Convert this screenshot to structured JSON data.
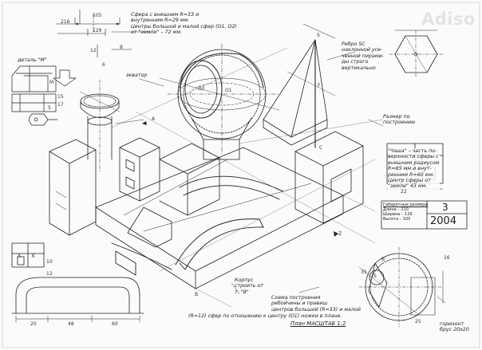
{
  "watermark": "Adiso",
  "notes": {
    "sphere": [
      "Сфера с внешним R=33 и",
      "внутренним R=29 мм.",
      "Центры большой и малой сфер (О1, О2)",
      "от \"земли\" – 72 мм."
    ],
    "edge_sc": [
      "Ребро SC",
      "наклонной усе-",
      "ченной пирами-",
      "ды строго",
      "вертикально"
    ],
    "detail_m": "деталь \"М\"",
    "equator": "экватор",
    "size_label": [
      "Размер по",
      "построению"
    ],
    "cup": [
      "\"Чаша\" – часть по-",
      "верхности сферы с",
      "внешним радиусом",
      "R=65 мм и внут-",
      "ренним R=60 мм.",
      "Центр сферы от",
      "\"земли\" 43 мм."
    ],
    "body": [
      "Корпус",
      "строить от",
      "т. \"В\""
    ],
    "scheme": [
      "Схема построения",
      "ребойчины и правиш",
      "центров большой (R=33) и малой"
    ],
    "sphere_bottom": "(R=12) сфер по отношению к центру (О1) ножки в плане.",
    "footer": "План МАСШТАБ 1:2",
    "horizon": [
      "горизонт",
      "брус 20х20"
    ]
  },
  "title_block": {
    "header": "Габаритные размеры",
    "rows": [
      "Длина – 210",
      "Ширина – 129",
      "Высота – 105"
    ],
    "number": "3",
    "year": "2004"
  },
  "dimensions": {
    "d105": "105",
    "d216": "216",
    "d129": "129",
    "d12": "12",
    "d8": "8",
    "d6": "6",
    "d17": "17",
    "d5": "5",
    "d15": "15",
    "d12b": "12",
    "d10": "10",
    "d22": "22",
    "d48": "48",
    "d20": "20",
    "d60": "60",
    "d16": "16",
    "d25": "25",
    "d35": "35",
    "lA": "A",
    "lB": "B",
    "lC": "C",
    "lS": "S",
    "lZ": "Z",
    "lM": "M",
    "lK": "K",
    "lA2": "A",
    "lB2": "B",
    "lS2": "S",
    "lO1": "O1",
    "lO2": "O2",
    "lF": "F"
  }
}
